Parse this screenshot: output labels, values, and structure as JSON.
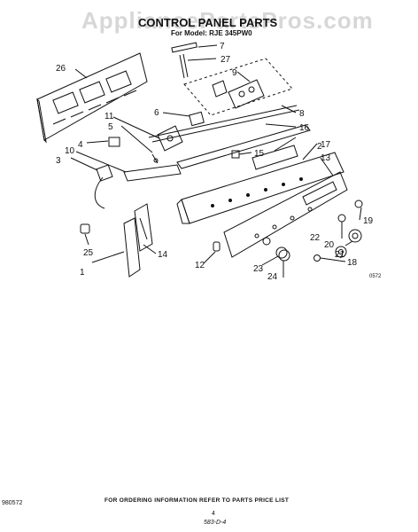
{
  "watermark": "AppliancePartsPros.com",
  "title": "CONTROL PANEL PARTS",
  "subtitle": "For Model: RJE 345PW0",
  "figure_code": "0572",
  "side_code": "980572",
  "footer": "FOR ORDERING INFORMATION REFER TO PARTS PRICE LIST",
  "page_number": "4",
  "doc_code": "583-D-4",
  "callouts": [
    "1",
    "2",
    "3",
    "4",
    "5",
    "6",
    "7",
    "8",
    "9",
    "10",
    "11",
    "12",
    "13",
    "14",
    "15",
    "16",
    "17",
    "18",
    "19",
    "20",
    "21",
    "22",
    "23",
    "24",
    "25",
    "26",
    "27"
  ],
  "colors": {
    "line": "#111111",
    "watermark": "#8c8c8c"
  }
}
